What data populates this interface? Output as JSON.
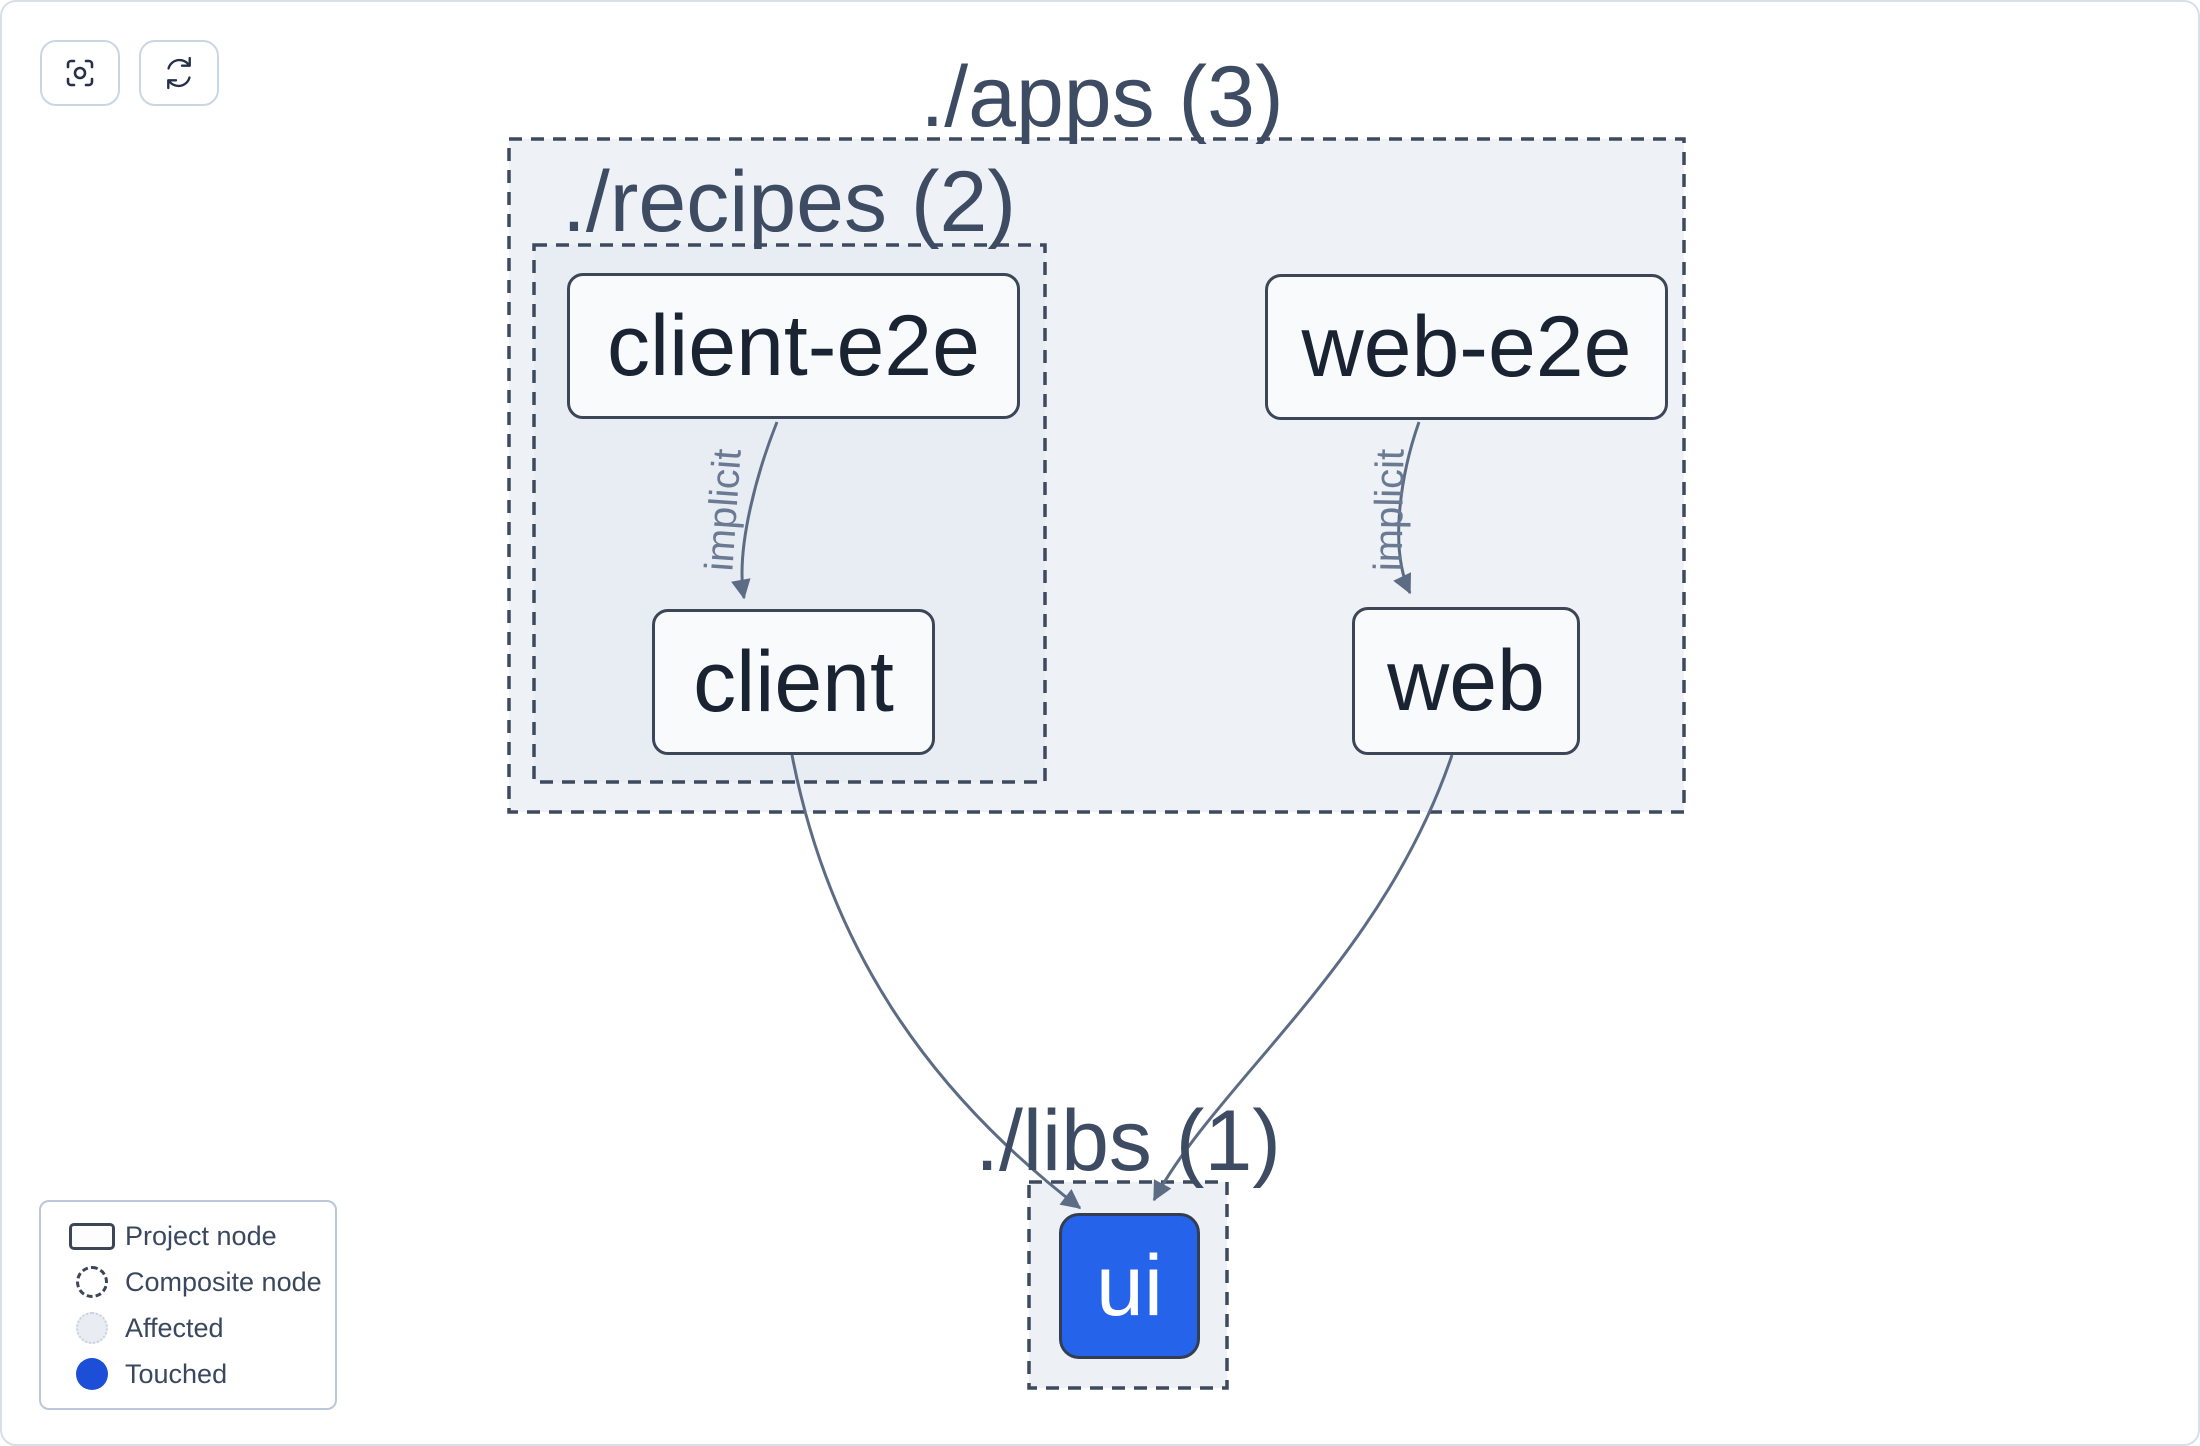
{
  "toolbar": {
    "buttons": [
      {
        "name": "center-graph",
        "icon": "crosshair-focus-icon"
      },
      {
        "name": "refresh-graph",
        "icon": "refresh-icon"
      }
    ]
  },
  "graph": {
    "containers": [
      {
        "id": "apps",
        "label": "./apps (3)"
      },
      {
        "id": "recipes",
        "label": "./recipes (2)"
      },
      {
        "id": "libs",
        "label": "./libs (1)"
      }
    ],
    "nodes": [
      {
        "id": "client-e2e",
        "label": "client-e2e",
        "state": "default"
      },
      {
        "id": "web-e2e",
        "label": "web-e2e",
        "state": "default"
      },
      {
        "id": "client",
        "label": "client",
        "state": "default"
      },
      {
        "id": "web",
        "label": "web",
        "state": "default"
      },
      {
        "id": "ui",
        "label": "ui",
        "state": "touched"
      }
    ],
    "edges": [
      {
        "from": "client-e2e",
        "to": "client",
        "label": "implicit"
      },
      {
        "from": "web-e2e",
        "to": "web",
        "label": "implicit"
      },
      {
        "from": "client",
        "to": "ui",
        "label": ""
      },
      {
        "from": "web",
        "to": "ui",
        "label": ""
      }
    ]
  },
  "legend": {
    "items": [
      {
        "swatch": "project-node-swatch",
        "label": "Project node"
      },
      {
        "swatch": "composite-node-swatch",
        "label": "Composite node"
      },
      {
        "swatch": "affected-swatch",
        "label": "Affected"
      },
      {
        "swatch": "touched-swatch",
        "label": "Touched"
      }
    ]
  },
  "colors": {
    "touched_legend": "#1d4ed8",
    "touched_node_fill": "#2563eb",
    "container_fill": "#eef1f6",
    "dashed_border": "#3d4a5e",
    "edge": "#5d6c85"
  }
}
